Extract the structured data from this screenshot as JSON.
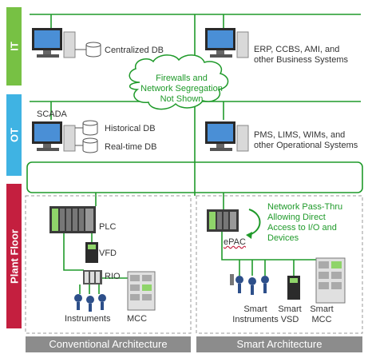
{
  "layers": {
    "it": "IT",
    "ot": "OT",
    "plant": "Plant Floor"
  },
  "it": {
    "centralized_db": "Centralized DB",
    "business_systems": [
      "ERP, CCBS, AMI, and",
      "other Business Systems"
    ]
  },
  "cloud": {
    "lines": [
      "Firewalls and",
      "Network Segregation",
      "Not Shown"
    ]
  },
  "ot": {
    "scada": "SCADA",
    "historical_db": "Historical DB",
    "realtime_db": "Real-time DB",
    "operational_systems": [
      "PMS, LIMS, WIMs, and",
      "other Operational Systems"
    ]
  },
  "conventional": {
    "plc": "PLC",
    "vfd": "VFD",
    "rio": "RIO",
    "instruments": "Instruments",
    "mcc": "MCC",
    "footer": "Conventional Architecture"
  },
  "smart": {
    "note": [
      "Network Pass-Thru",
      "Allowing Direct",
      "Access to I/O and",
      "Devices"
    ],
    "epac": "ePAC",
    "smart_instruments": [
      "Smart",
      "Instruments"
    ],
    "smart_vsd": [
      "Smart",
      "VSD"
    ],
    "smart_mcc": [
      "Smart",
      "MCC"
    ],
    "footer": "Smart Architecture"
  },
  "colors": {
    "it": "#77c144",
    "ot": "#3fb3e3",
    "plant": "#c41f3f",
    "wire": "#1f9a2a",
    "footer": "#8c8c8c"
  }
}
